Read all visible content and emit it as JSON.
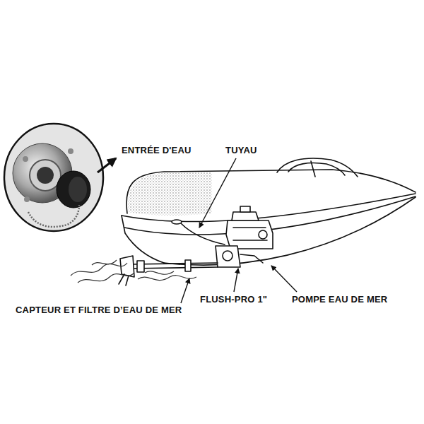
{
  "diagram": {
    "labels": [
      "ENTRÉE D'EAU",
      "TUYAU",
      "CAPTEUR ET FILTRE D’EAU DE MER",
      "FLUSH-PRO 1\"",
      "POMPE EAU DE MER"
    ]
  }
}
